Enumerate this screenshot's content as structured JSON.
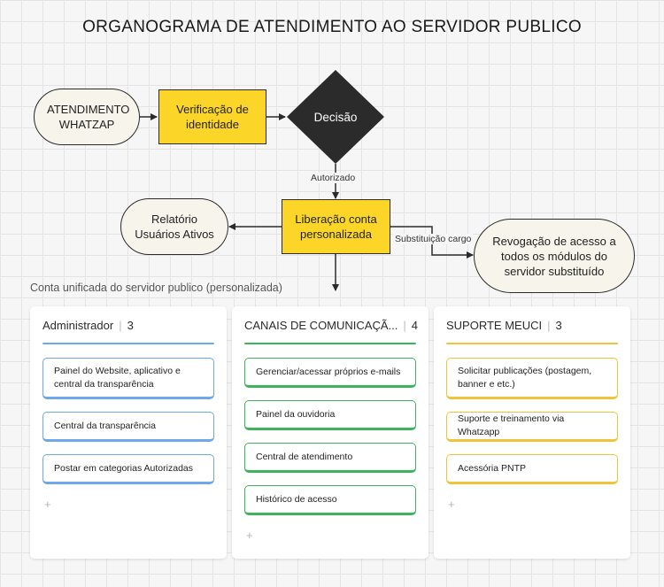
{
  "title": "ORGANOGRAMA DE ATENDIMENTO AO SERVIDOR PUBLICO",
  "flow": {
    "start": "ATENDIMENTO WHATZAP",
    "verify": "Verificação de identidade",
    "decision": "Decisão",
    "authorized_label": "Autorizado",
    "release": "Liberação conta personalizada",
    "report": "Relatório Usuários Ativos",
    "substitution_label": "Substituição cargo",
    "revocation": "Revogação de acesso a todos os módulos do servidor substituído"
  },
  "section_caption": "Conta unificada do servidor publico (personalizada)",
  "columns": [
    {
      "title": "Administrador",
      "count": "3",
      "color": "#6fa8e6",
      "cards": [
        "Painel do Website, aplicativo e central da transparência",
        "Central da transparência",
        "Postar em categorias Autorizadas"
      ]
    },
    {
      "title": "CANAIS DE COMUNICAÇÃ...",
      "count": "4",
      "color": "#3cb55b",
      "cards": [
        "Gerenciar/acessar  próprios e-mails",
        "Painel da ouvidoria",
        "Central de atendimento",
        "Histórico de acesso"
      ]
    },
    {
      "title": "SUPORTE MEUCI",
      "count": "3",
      "color": "#f0c43a",
      "cards": [
        "Solicitar publicações  (postagem, banner e etc.)",
        "Suporte e treinamento via Whatzapp",
        "Acessória PNTP"
      ]
    }
  ],
  "add_symbol": "+",
  "separator": "|",
  "colors": {
    "node_yellow": "#fbd629",
    "decision": "#2b2b2b",
    "pill_fill": "#f7f4ec"
  }
}
